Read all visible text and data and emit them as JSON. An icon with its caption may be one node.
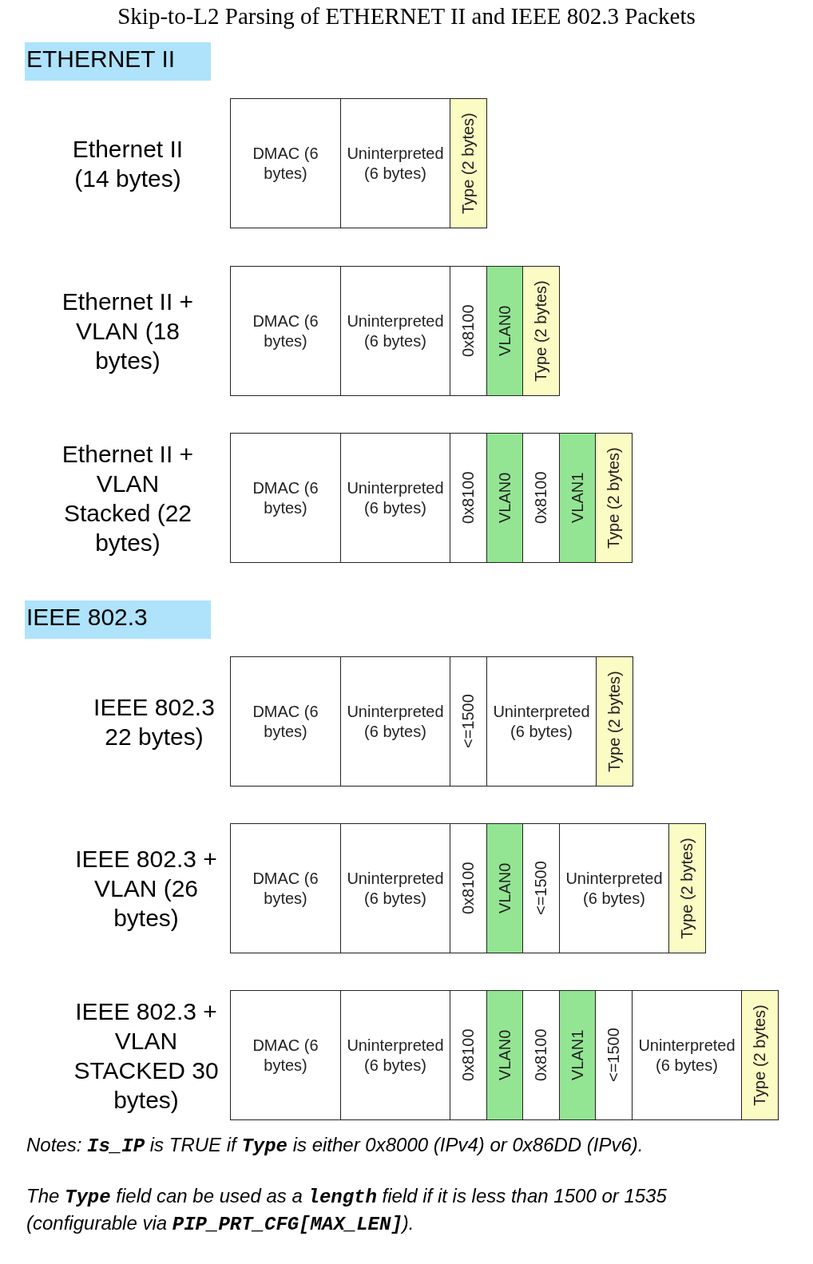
{
  "diagram": {
    "title": "Skip-to-L2 Parsing of ETHERNET II and IEEE 802.3 Packets",
    "nodes": [
      {
        "text": [
          "ETHERNET II"
        ]
      },
      {
        "text": [
          "DMAC (6 bytes)"
        ]
      },
      {
        "text": [
          "Uninterpreted (6 bytes)"
        ]
      },
      {
        "text": [
          "Type (2 bytes)"
        ]
      },
      {
        "text": [
          "DMAC (6 bytes)"
        ]
      },
      {
        "text": [
          "Uninterpreted (6 bytes)"
        ]
      },
      {
        "text": [
          "0x8100"
        ]
      },
      {
        "text": [
          "VLAN0"
        ]
      },
      {
        "text": [
          "Type (2 bytes)"
        ]
      },
      {
        "text": [
          "DMAC (6 bytes)"
        ]
      },
      {
        "text": [
          "Uninterpreted (6 bytes)"
        ]
      },
      {
        "text": [
          "0x8100"
        ]
      },
      {
        "text": [
          "VLAN0"
        ]
      },
      {
        "text": [
          "0x8100"
        ]
      },
      {
        "text": [
          "VLAN1"
        ]
      },
      {
        "text": [
          "Type (2 bytes)"
        ]
      },
      {
        "text": [
          "IEEE 802.3"
        ]
      },
      {
        "text": [
          "DMAC (6 bytes)"
        ]
      },
      {
        "text": [
          "Uninterpreted (6 bytes)"
        ]
      },
      {
        "text": [
          "<=1500"
        ]
      },
      {
        "text": [
          "Uninterpreted (6 bytes)"
        ]
      },
      {
        "text": [
          "Type (2 bytes)"
        ]
      },
      {
        "text": [
          "DMAC (6 bytes)"
        ]
      },
      {
        "text": [
          "Uninterpreted (6 bytes)"
        ]
      },
      {
        "text": [
          "0x8100"
        ]
      },
      {
        "text": [
          "VLAN0"
        ]
      },
      {
        "text": [
          "<=1500"
        ]
      },
      {
        "text": [
          "Uninterpreted (6 bytes)"
        ]
      },
      {
        "text": [
          "Type (2 bytes)"
        ]
      },
      {
        "text": [
          "DMAC (6 bytes)"
        ]
      },
      {
        "text": [
          "Uninterpreted (6 bytes)"
        ]
      },
      {
        "text": [
          "0x8100"
        ]
      },
      {
        "text": [
          "VLAN0"
        ]
      },
      {
        "text": [
          "0x8100"
        ]
      },
      {
        "text": [
          "VLAN1"
        ]
      },
      {
        "text": [
          "<=1500"
        ]
      },
      {
        "text": [
          "Uninterpreted (6 bytes)"
        ]
      },
      {
        "text": [
          "Type (2 bytes)"
        ]
      }
    ],
    "labels": [
      "Ethernet II (14 bytes)",
      "Ethernet II + VLAN (18 bytes)",
      "Ethernet II + VLAN Stacked (22 bytes)",
      "IEEE 802.3 22 bytes)",
      "IEEE 802.3 + VLAN (26 bytes)",
      "IEEE 802.3 + VLAN STACKED 30 bytes)",
      "Notes:  **Is_IP** is TRUE if **Type** is either 0x8000 (IPv4) or 0x86DD (IPv6).",
      "The **Type** field can be used as a **length** field if it is less than 1500 or 1535 (configurable via **PIP_PRT_CFG[MAX_LEN]**)."
    ]
  }
}
